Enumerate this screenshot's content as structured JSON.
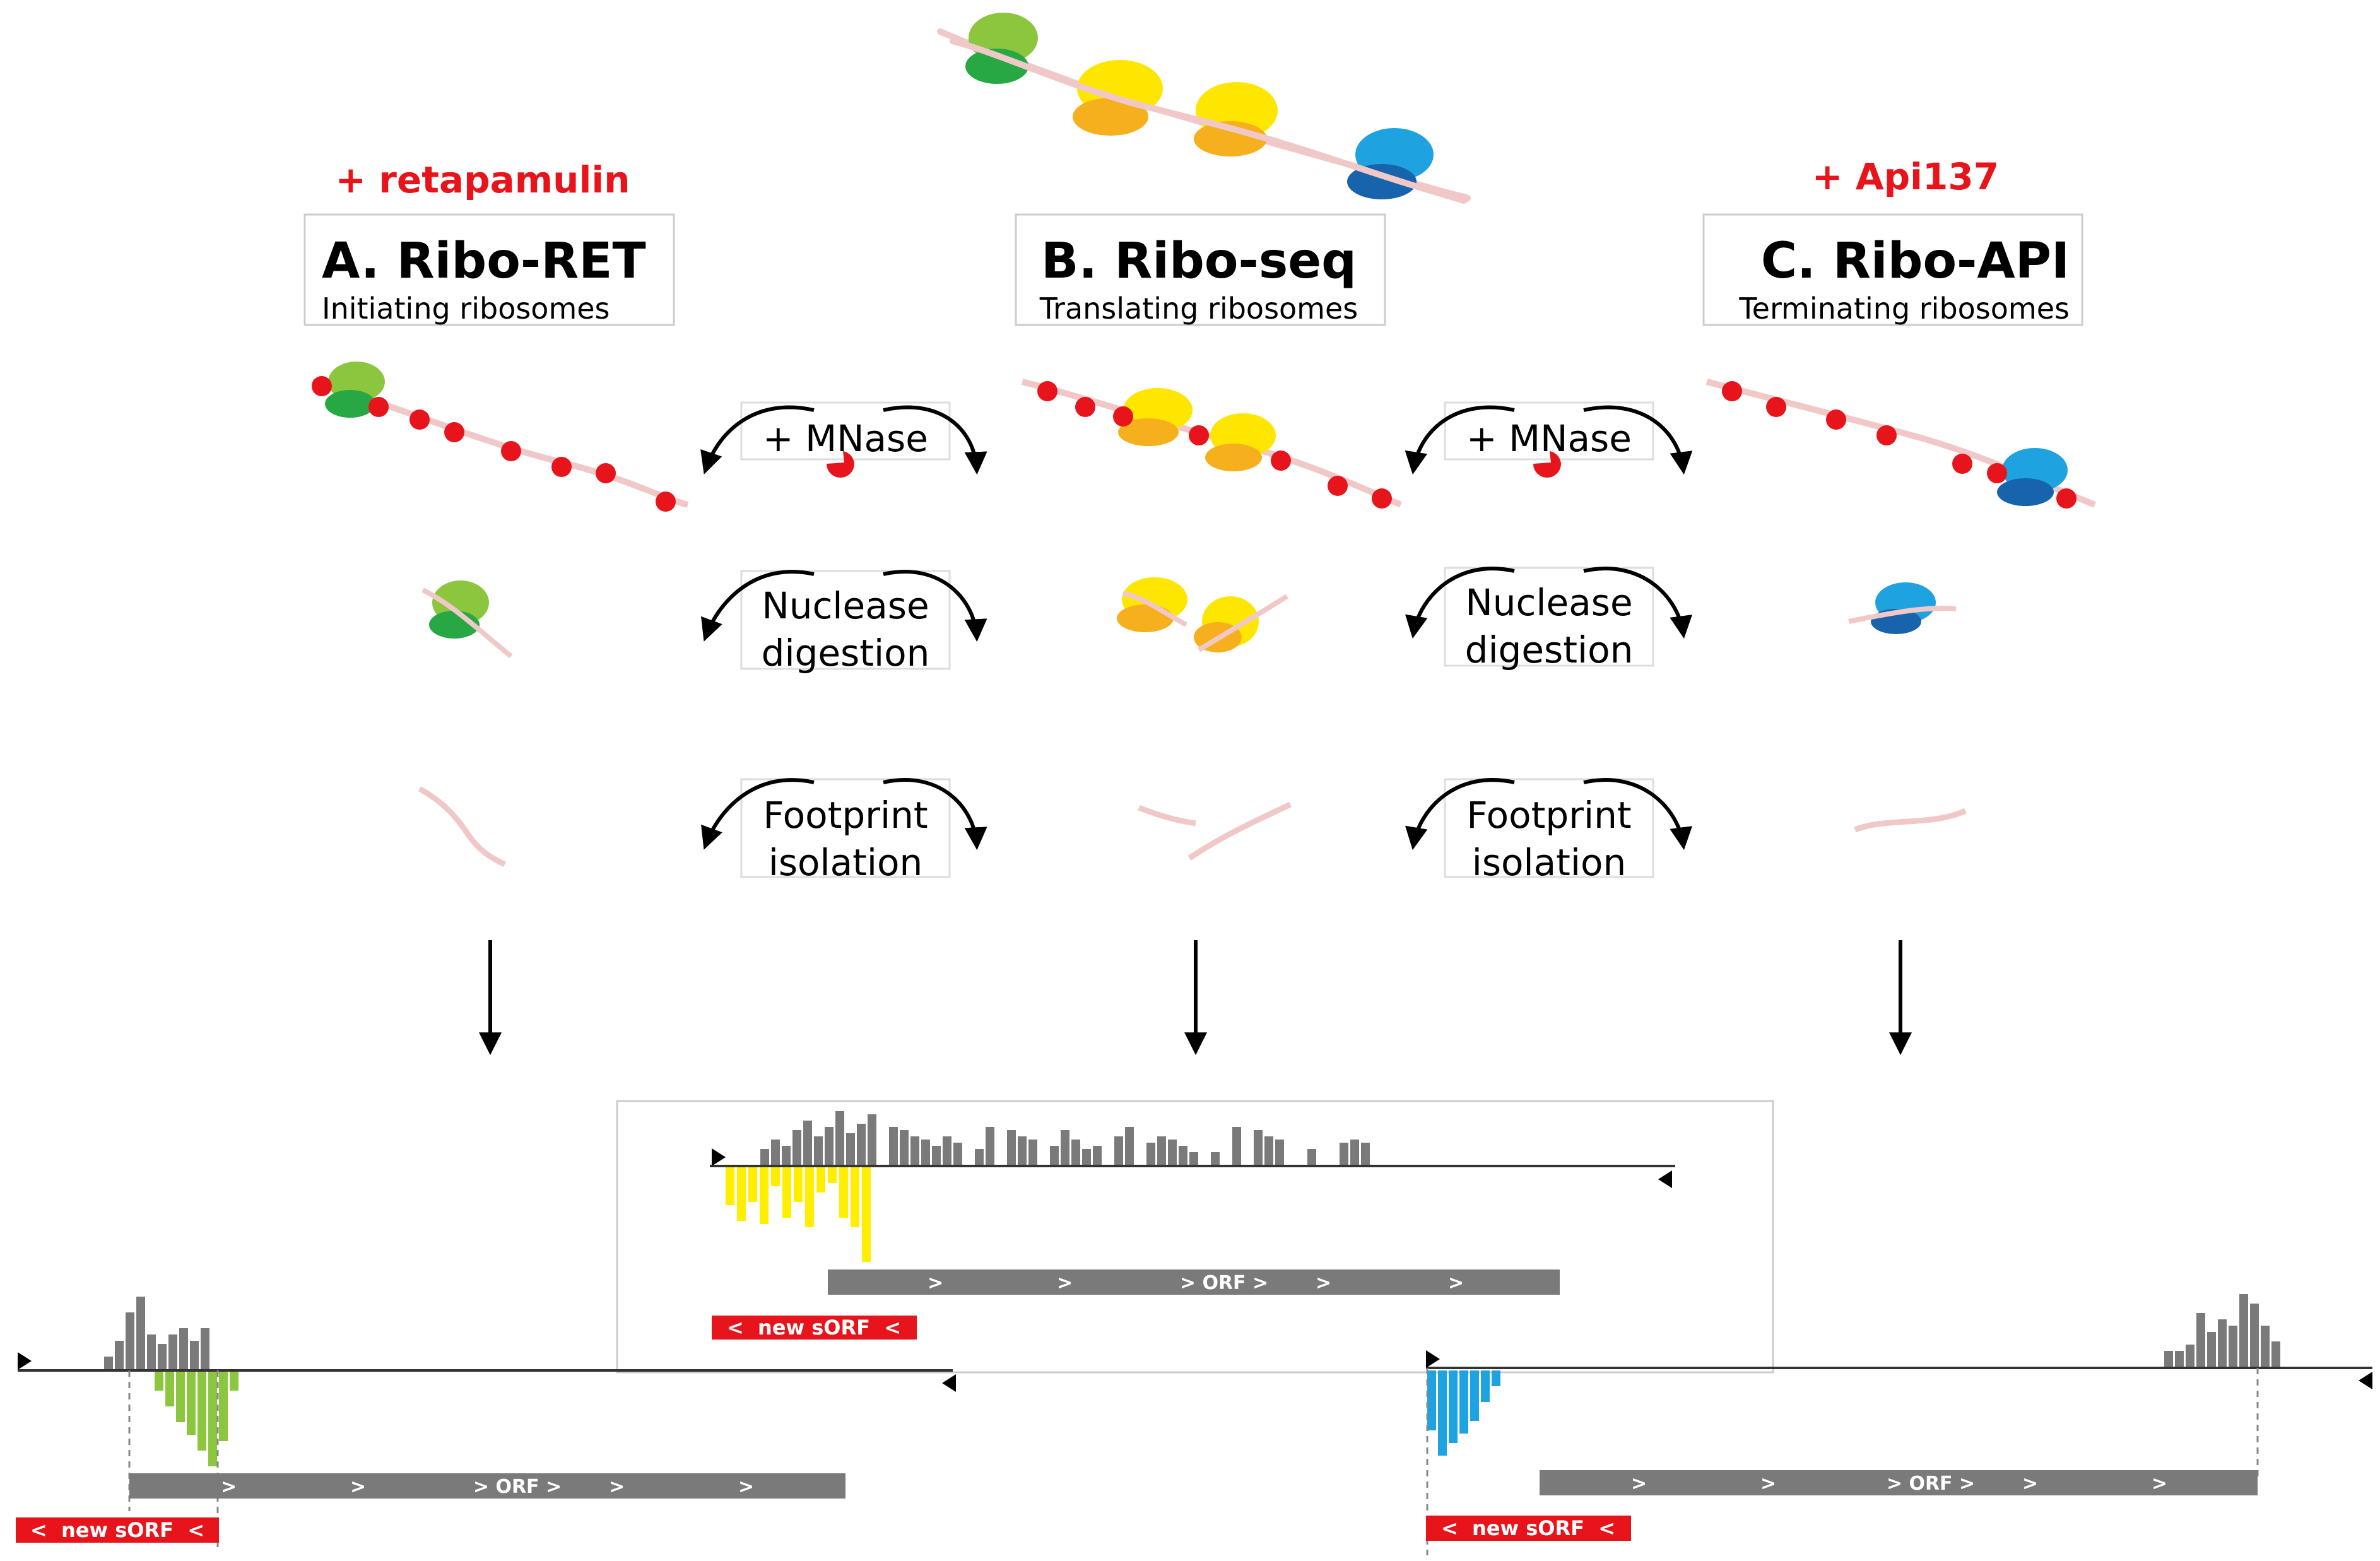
{
  "panels": {
    "a": {
      "drug": "+ retapamulin",
      "title": "A. Ribo-RET",
      "subtitle": "Initiating ribosomes"
    },
    "b": {
      "title": "B. Ribo-seq",
      "subtitle": "Translating ribosomes"
    },
    "c": {
      "drug": "+ Api137",
      "title": "C. Ribo-API",
      "subtitle": "Terminating ribosomes"
    }
  },
  "steps": {
    "mnase": [
      "+ MNase"
    ],
    "digestion": [
      "Nuclease",
      "digestion"
    ],
    "footprint": [
      "Footprint",
      "isolation"
    ]
  },
  "tracks": {
    "orf_label": "> ORF >",
    "orf_arrow": ">",
    "sorf_label": "<  new sORF  <"
  },
  "colors": {
    "drug_red": "#e8141b",
    "bar_gray": "#7a7a7a",
    "ribo_green": "#8cc63f",
    "ribo_dark_green": "#27a844",
    "ribo_yellow": "#ffe600",
    "ribo_orange": "#f6b01e",
    "ribo_blue": "#1fa3e0",
    "ribo_dark_blue": "#1864ac",
    "mrna_pink": "#f0c8c8",
    "signal_yellow": "#ffee00",
    "signal_green": "#8cc63f",
    "signal_blue": "#1fa3e0"
  }
}
